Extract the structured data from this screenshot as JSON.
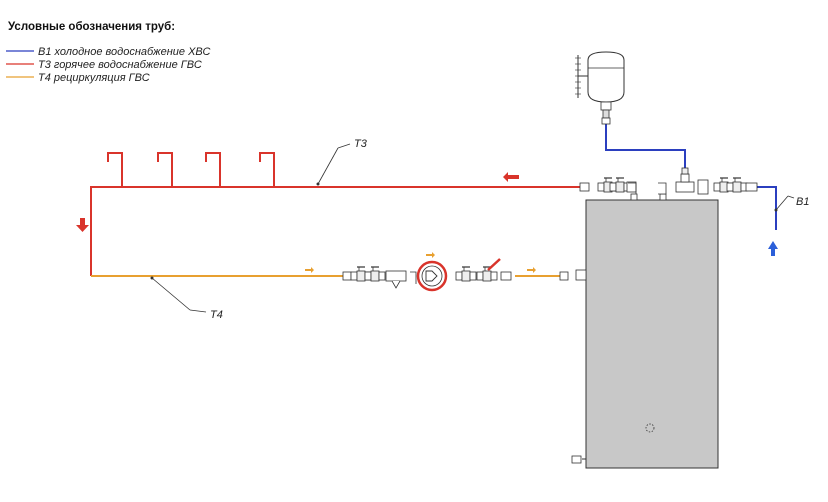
{
  "legend": {
    "title": "Условные обозначения труб:",
    "items": [
      {
        "label": "В1 холодное водоснабжение ХВС",
        "color": "#2b3fbf"
      },
      {
        "label": "Т3 горячее водоснабжение ГВС",
        "color": "#d9342b"
      },
      {
        "label": "Т4 рециркуляция ГВС",
        "color": "#e8a030"
      }
    ]
  },
  "labels": {
    "t3": "Т3",
    "t4": "Т4",
    "b1": "В1"
  },
  "colors": {
    "cold": "#2b3fbf",
    "hot": "#d9342b",
    "recirc": "#e8a030",
    "tank": "#c8c8c8",
    "arrow_hot": "#d9342b",
    "arrow_cold": "#2b5fd9",
    "arrow_recirc": "#e8a030"
  },
  "icons": [
    "expansion-tank-icon",
    "ball-valve-icon",
    "check-valve-icon",
    "circulation-pump-icon",
    "strainer-icon",
    "tee-fitting-icon",
    "flow-arrow-icon"
  ]
}
